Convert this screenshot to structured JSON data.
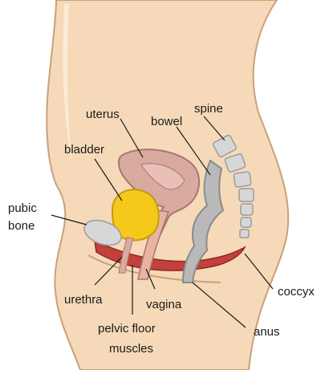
{
  "labels": {
    "uterus": "uterus",
    "bowel": "bowel",
    "spine": "spine",
    "bladder": "bladder",
    "pubic_bone_line1": "pubic",
    "pubic_bone_line2": "bone",
    "urethra": "urethra",
    "vagina": "vagina",
    "coccyx": "coccyx",
    "pelvic_floor_line1": "pelvic floor",
    "pelvic_floor_line2": "muscles",
    "anus": "anus"
  },
  "colors": {
    "skin": "#f6d9b8",
    "skin_outline": "#caa07a",
    "skin_highlight": "#fbebd8",
    "uterus": "#d9aaa0",
    "uterus_outline": "#a87670",
    "bladder": "#f6c81a",
    "bladder_outline": "#c69a10",
    "bone": "#d7d7d7",
    "bone_outline": "#9c9c9c",
    "bowel": "#b9b9b9",
    "bowel_outline": "#8a8a8a",
    "muscle": "#c2413a",
    "muscle_outline": "#8e2a24",
    "vagina_canal": "#e7b3a3"
  }
}
